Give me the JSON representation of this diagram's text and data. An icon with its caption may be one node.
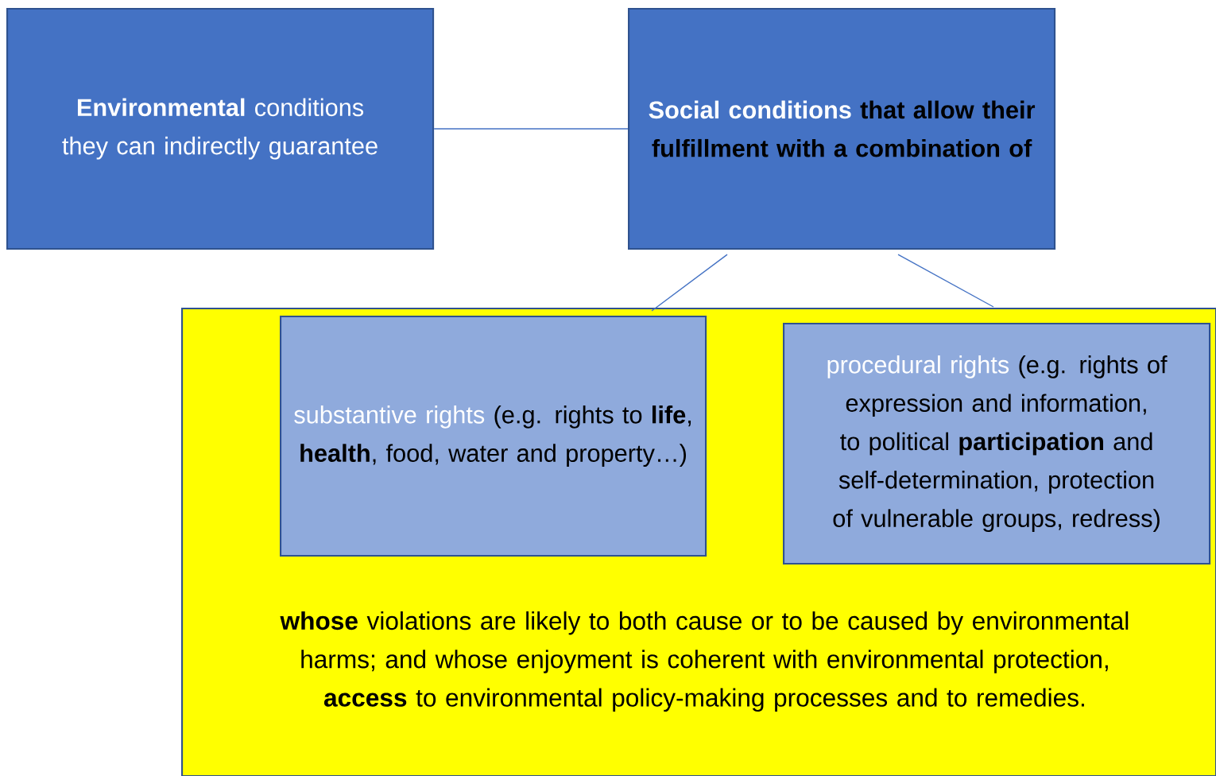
{
  "diagram": {
    "nodes": [
      {
        "text": [
          "**Environmental** conditions they can indirectly guarantee"
        ]
      },
      {
        "text": [
          "Social conditions",
          "that allow their fulfillment with a combination of"
        ]
      },
      {
        "text": [
          "**whose** violations are likely to both cause or to be caused by environmental harms; and whose enjoyment is coherent with environmental protection, **access** to environmental policy-making processes and to remedies."
        ]
      },
      {
        "text": [
          "substantive rights",
          "(e.g. rights to **life**, **health**, food, water and property…)"
        ],
        "in": 2
      },
      {
        "text": [
          "procedural rights",
          "(e.g. rights of expression and information, to political **participation** and self-determination, protection of vulnerable groups, redress)"
        ],
        "in": 2
      }
    ],
    "edges": [
      {
        "from": 0,
        "to": 1,
        "arrow": "none"
      },
      {
        "from": 1,
        "to": 3,
        "arrow": "none"
      },
      {
        "from": 1,
        "to": 4,
        "arrow": "none"
      }
    ]
  }
}
